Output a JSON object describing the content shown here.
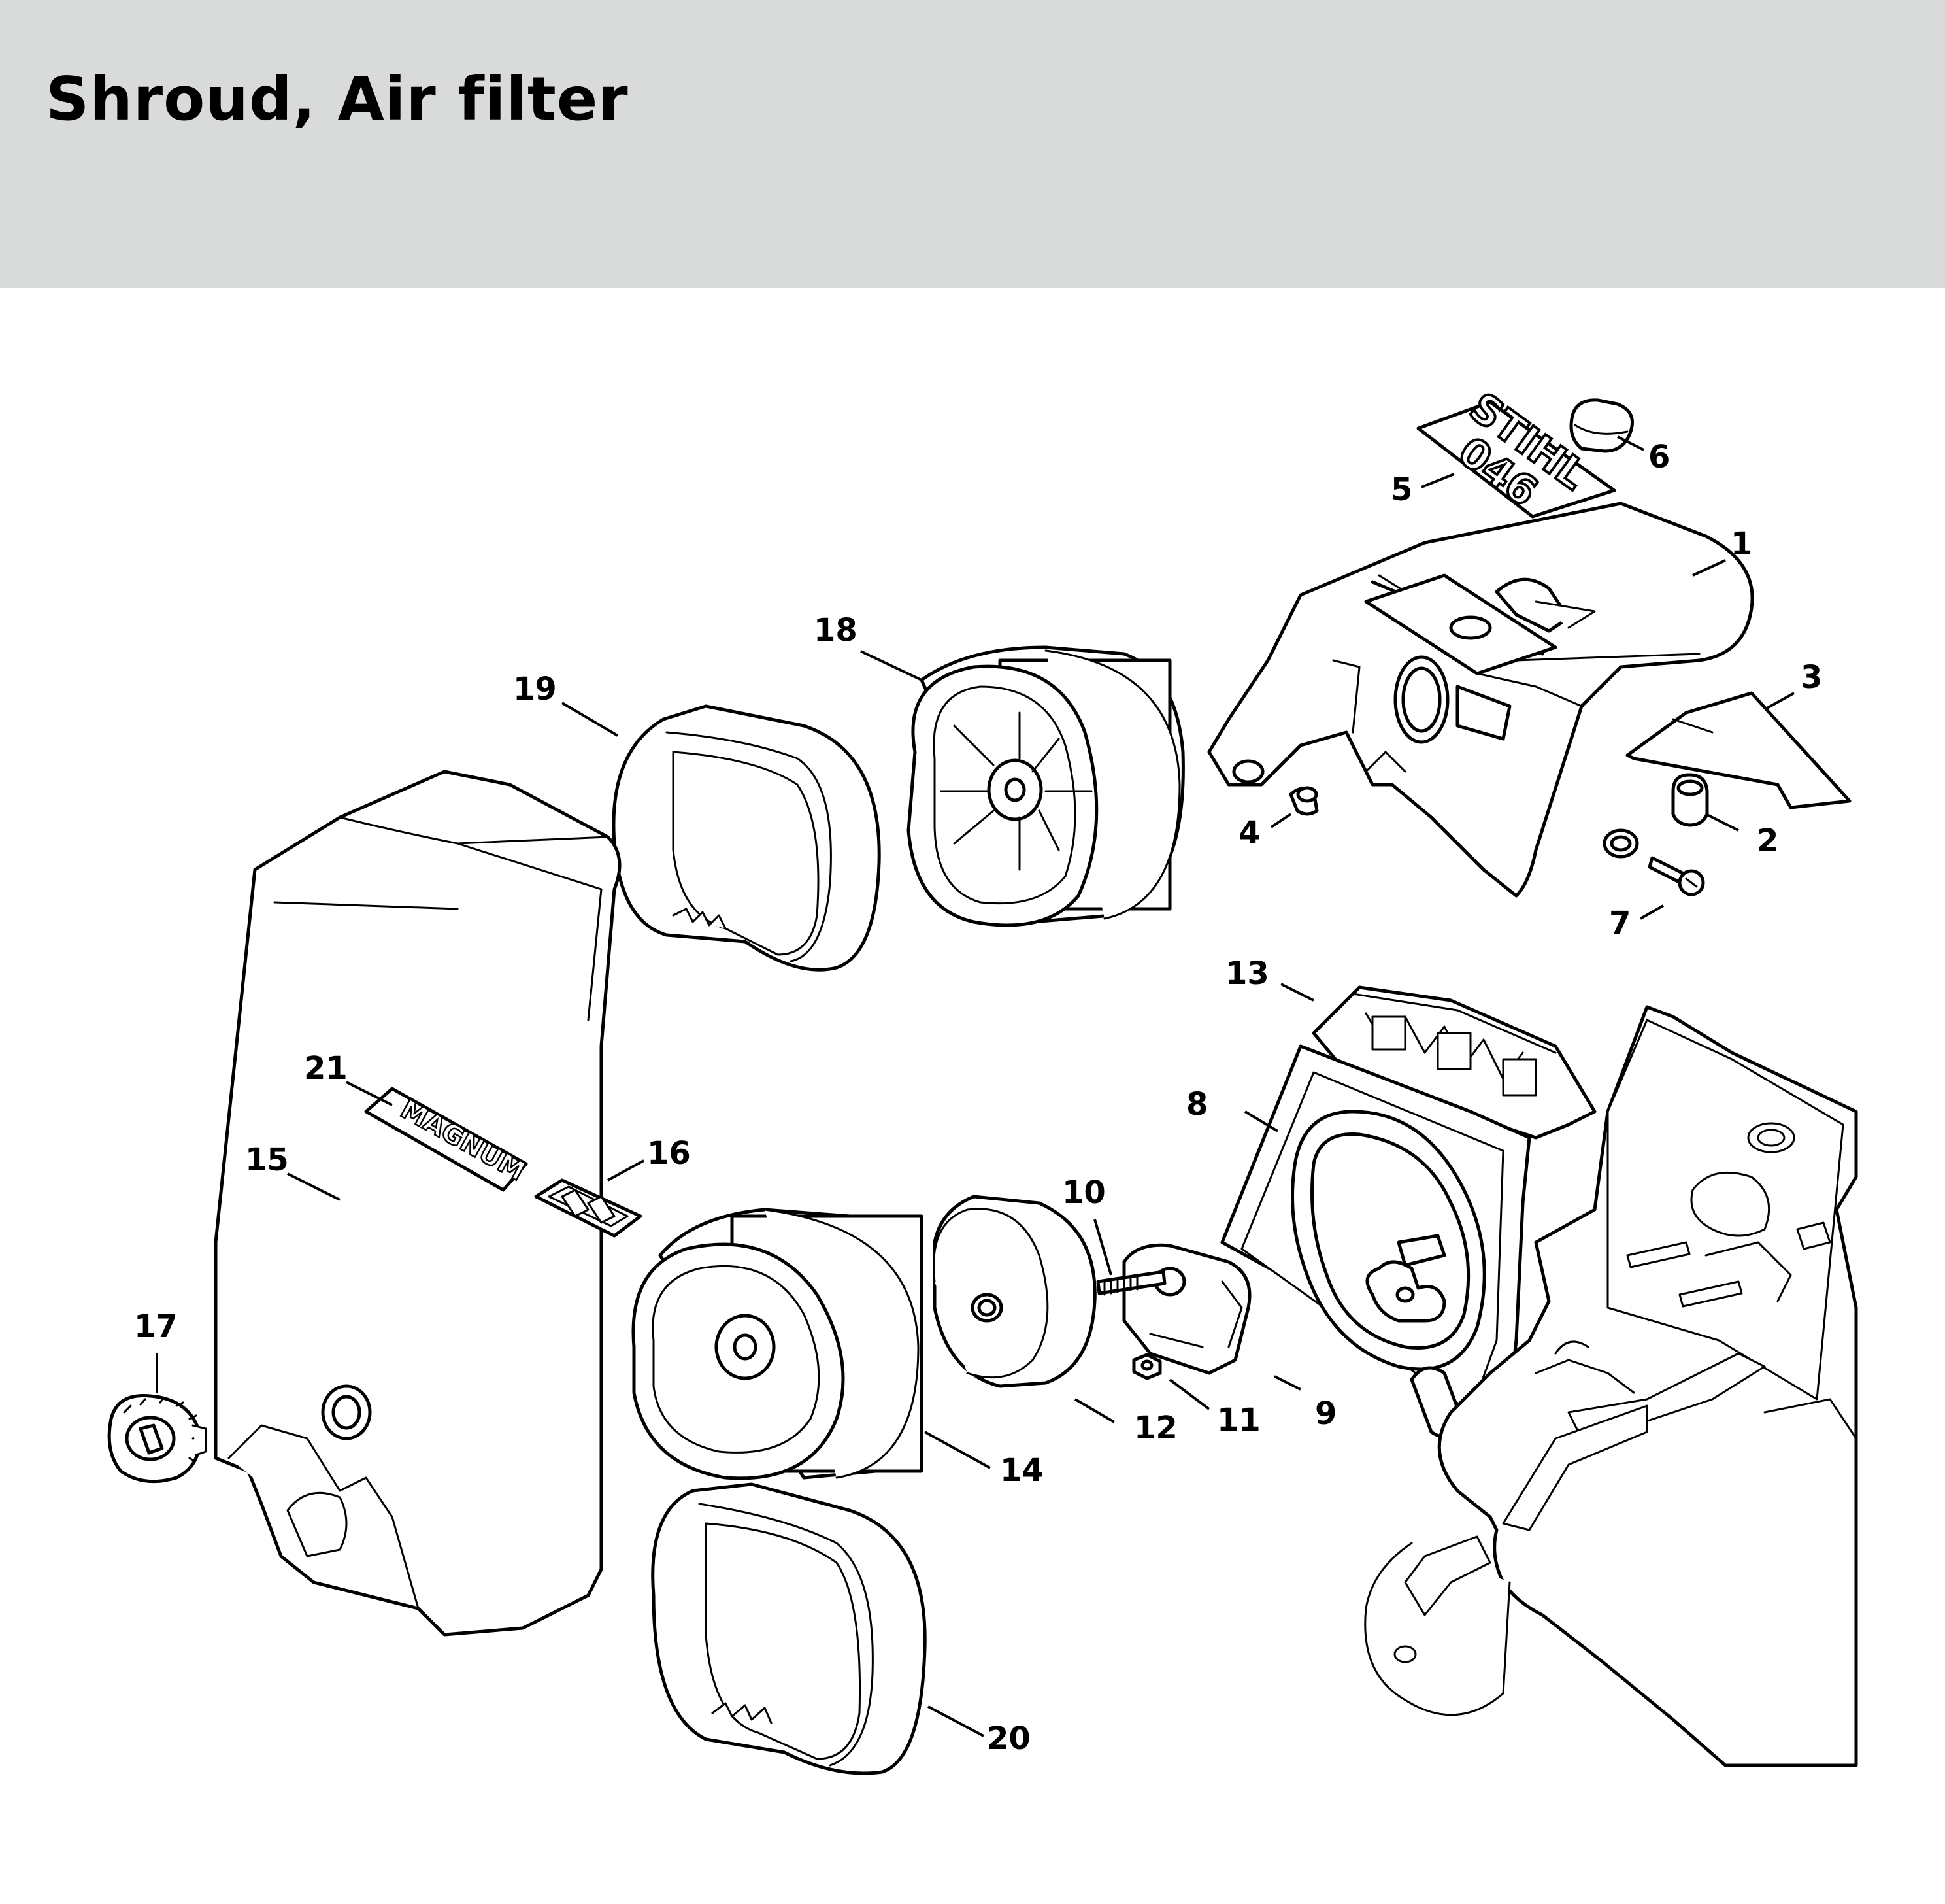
{
  "title": "Shroud, Air filter",
  "decal_text": {
    "stihl": "STIHL",
    "model": "046",
    "magnum": "MAGNUM"
  },
  "callouts": [
    "1",
    "2",
    "3",
    "4",
    "5",
    "6",
    "7",
    "8",
    "9",
    "10",
    "11",
    "12",
    "13",
    "14",
    "15",
    "16",
    "17",
    "18",
    "19",
    "20",
    "21"
  ]
}
